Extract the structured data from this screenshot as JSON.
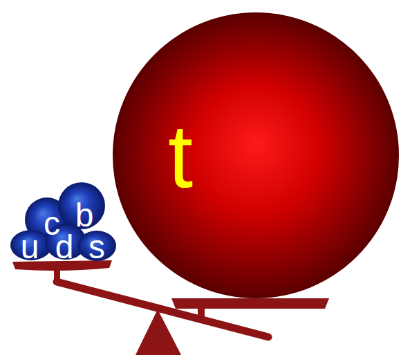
{
  "diagram": {
    "nodes": [
      {
        "text": [
          "t"
        ]
      },
      {
        "text": [
          "c"
        ]
      },
      {
        "text": [
          "b"
        ]
      },
      {
        "text": [
          "u"
        ]
      },
      {
        "text": [
          "d"
        ]
      },
      {
        "text": [
          "s"
        ]
      }
    ]
  }
}
